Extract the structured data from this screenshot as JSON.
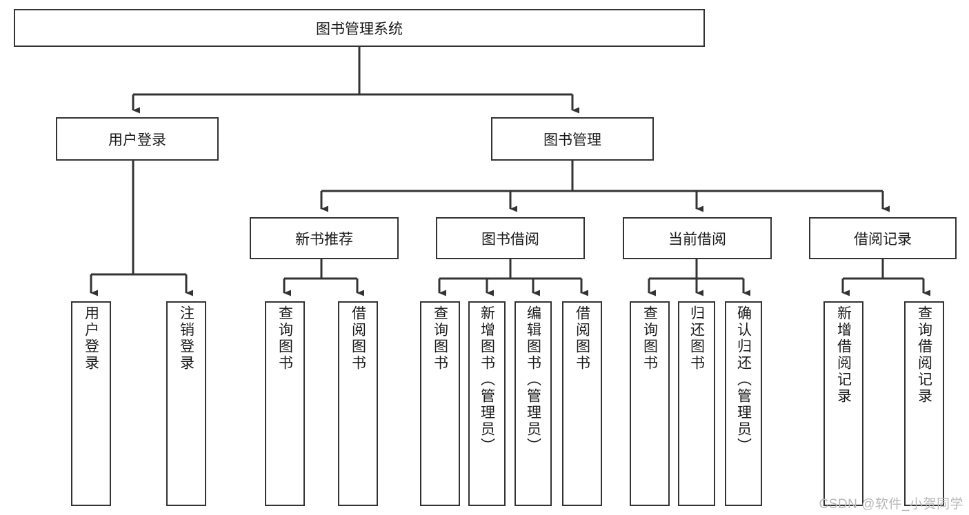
{
  "diagram": {
    "title": "图书管理系统",
    "type": "tree-hierarchy",
    "background_color": "#ffffff",
    "line_color": "#333333",
    "box_border_color": "#333333",
    "box_fill_color": "#ffffff",
    "text_color": "#1a1a1a"
  },
  "root": {
    "label": "图书管理系统"
  },
  "level2": [
    {
      "label": "用户登录"
    },
    {
      "label": "图书管理"
    }
  ],
  "level3": [
    {
      "label": "新书推荐"
    },
    {
      "label": "图书借阅"
    },
    {
      "label": "当前借阅"
    },
    {
      "label": "借阅记录"
    }
  ],
  "leaves": [
    {
      "label": "用户登录",
      "parent": "用户登录"
    },
    {
      "label": "注销登录",
      "parent": "用户登录"
    },
    {
      "label": "查询图书",
      "parent": "新书推荐"
    },
    {
      "label": "借阅图书",
      "parent": "新书推荐"
    },
    {
      "label": "查询图书",
      "parent": "图书借阅"
    },
    {
      "label": "新增图书（管理员）",
      "parent": "图书借阅"
    },
    {
      "label": "编辑图书（管理员）",
      "parent": "图书借阅"
    },
    {
      "label": "借阅图书",
      "parent": "图书借阅"
    },
    {
      "label": "查询图书",
      "parent": "当前借阅"
    },
    {
      "label": "归还图书",
      "parent": "当前借阅"
    },
    {
      "label": "确认归还（管理员）",
      "parent": "当前借阅"
    },
    {
      "label": "新增借阅记录",
      "parent": "借阅记录"
    },
    {
      "label": "查询借阅记录",
      "parent": "借阅记录"
    }
  ],
  "watermark": {
    "text": "CSDN @软件_小贺同学"
  }
}
